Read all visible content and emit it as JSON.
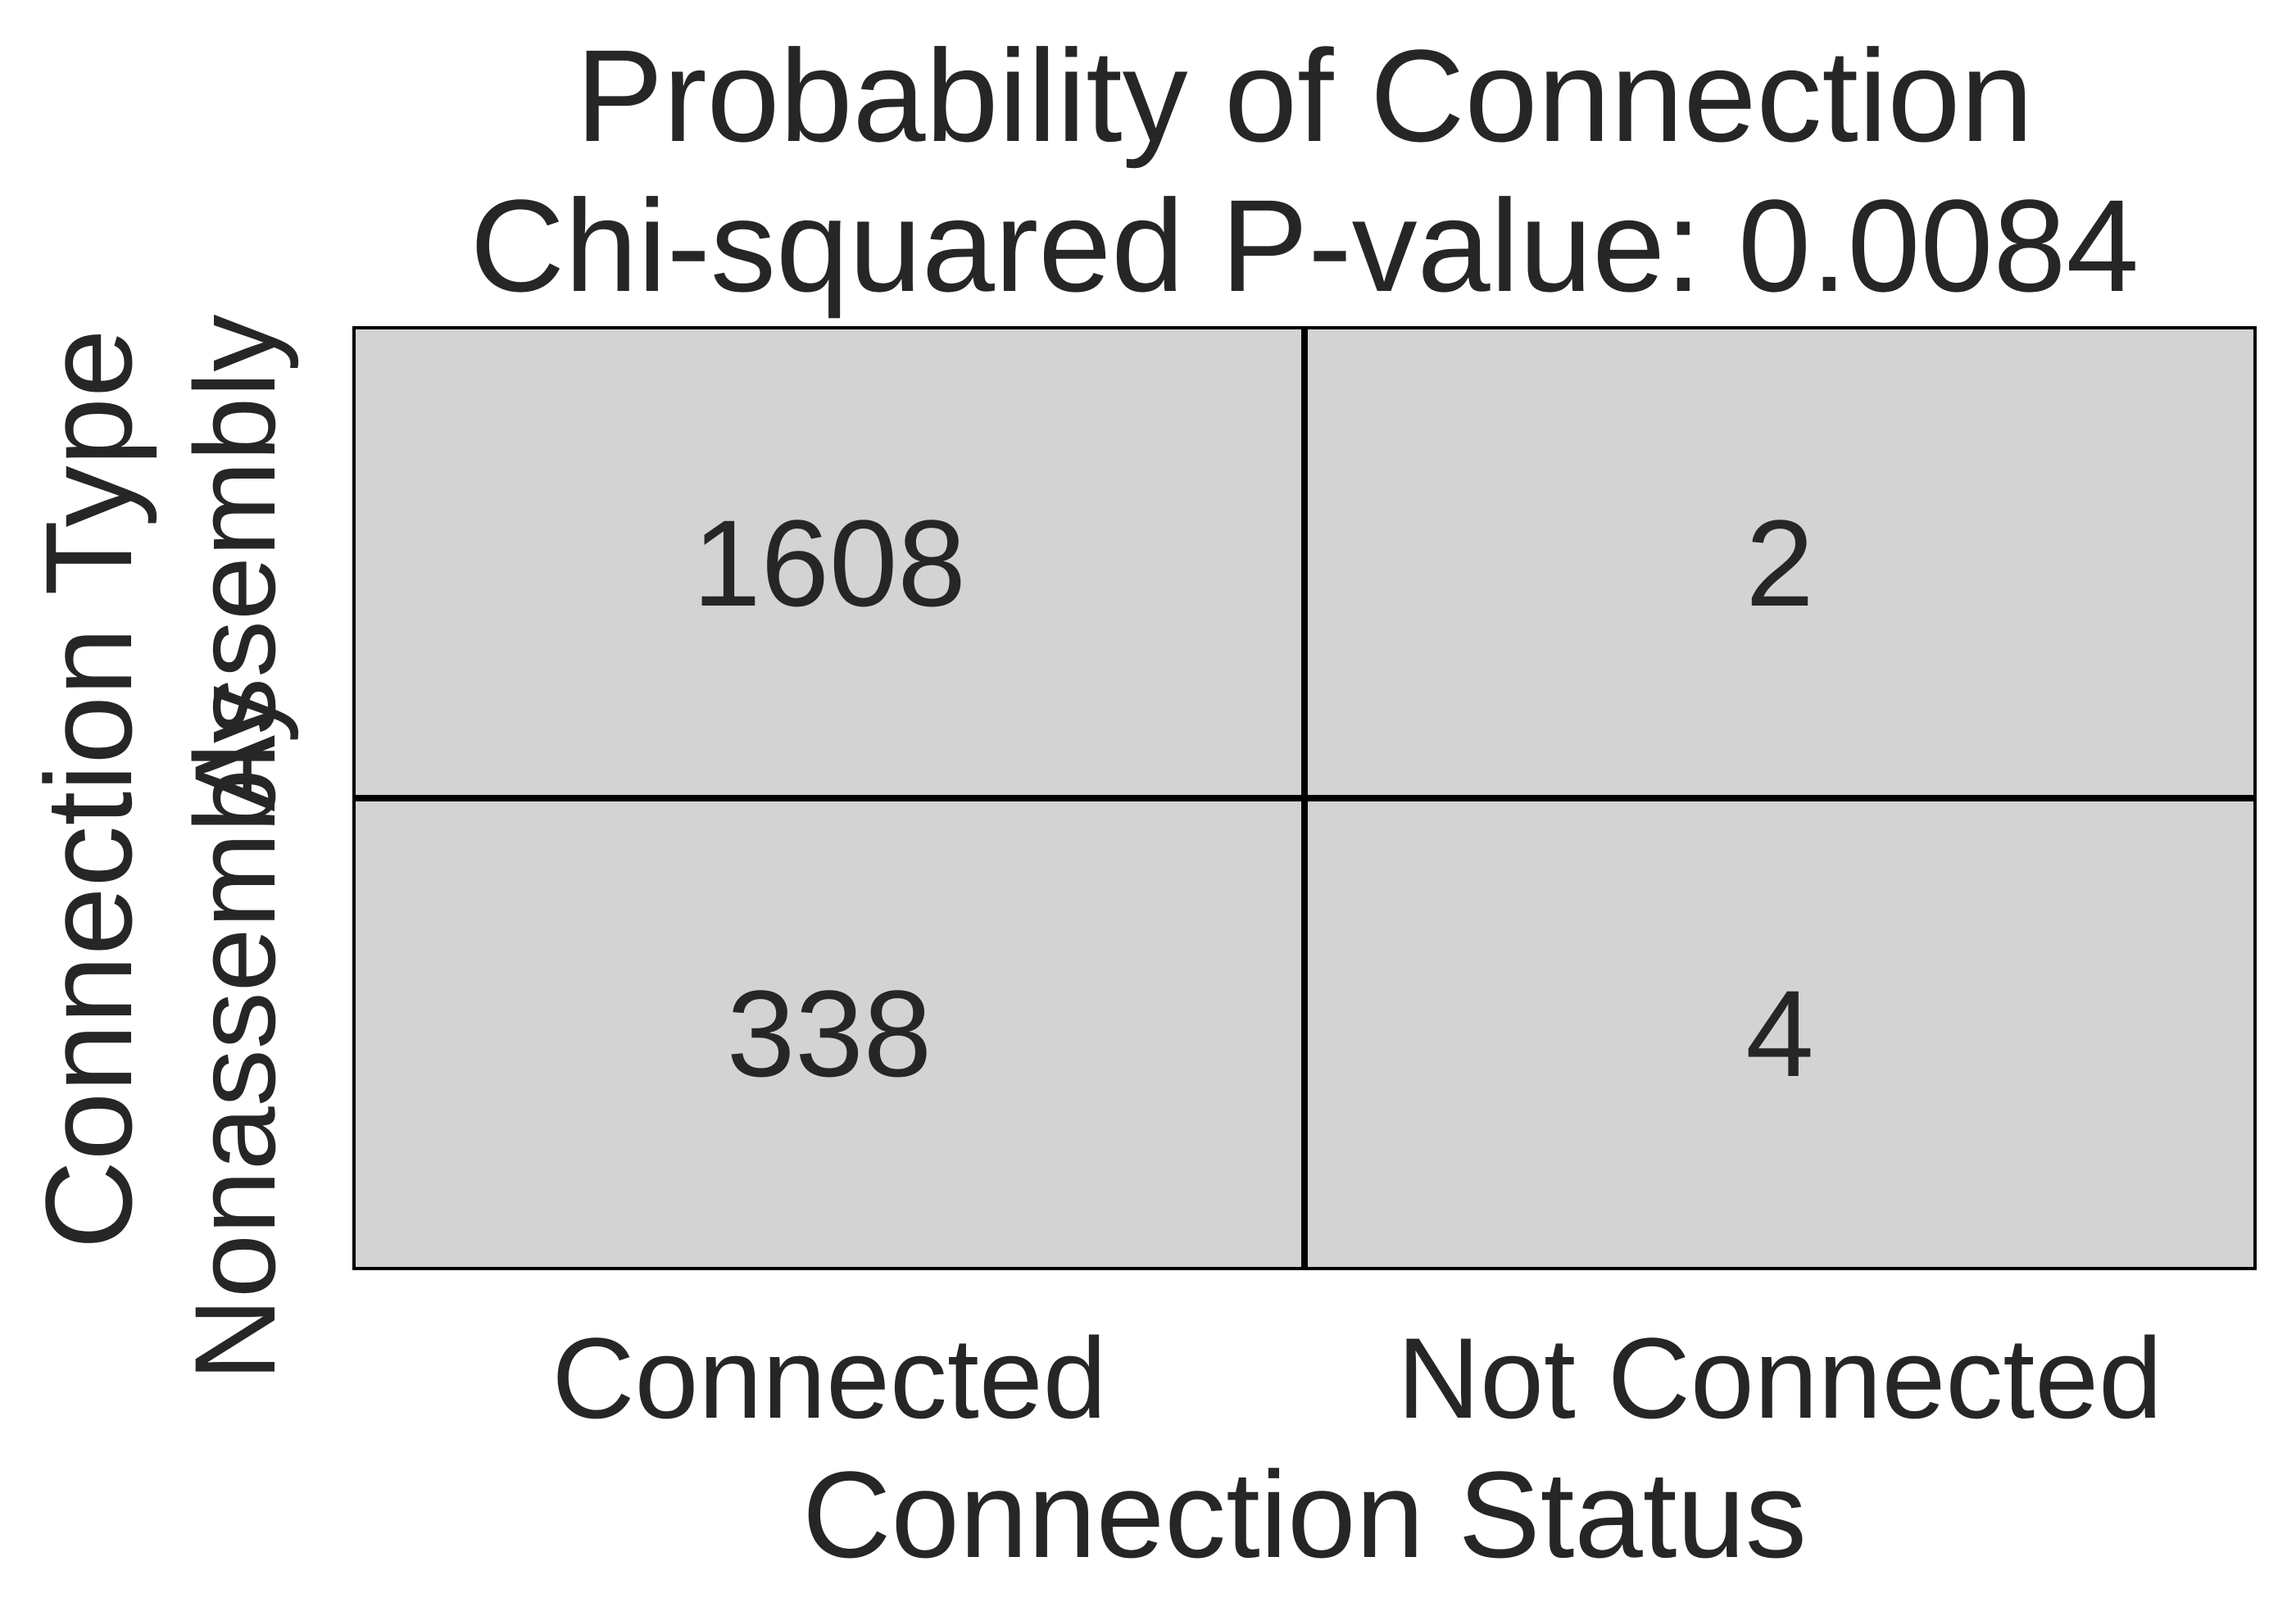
{
  "chart_data": {
    "type": "heatmap",
    "title_lines": [
      "Probability of Connection",
      "Chi-squared P-value: 0.0084"
    ],
    "xlabel": "Connection Status",
    "ylabel": "Connection Type",
    "x_categories": [
      "Connected",
      "Not Connected"
    ],
    "y_categories": [
      "Assembly",
      "Nonassembly"
    ],
    "values": [
      [
        1608,
        2
      ],
      [
        338,
        4
      ]
    ],
    "cell_color": "#d3d3d3",
    "text_color": "#262626",
    "grid": false
  }
}
